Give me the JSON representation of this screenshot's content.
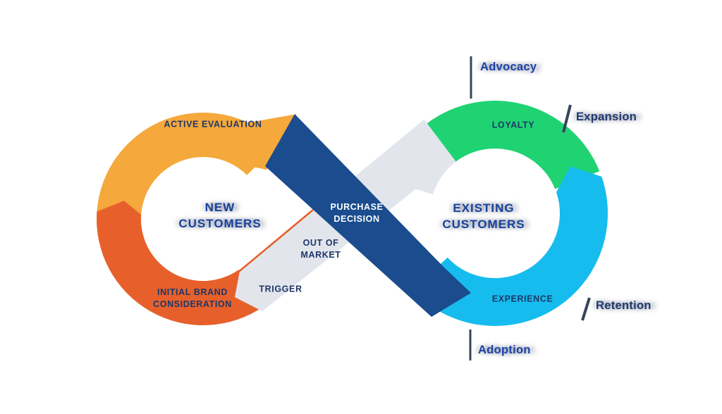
{
  "colors": {
    "yellow": "#F5A83B",
    "orange": "#E7602B",
    "navy_band": "#1A4C8E",
    "green": "#1FD373",
    "cyan": "#16BCEE",
    "gray_band": "#E2E6EC",
    "label_navy": "#1D3768",
    "title_blue": "#17419A",
    "white_text": "#FFFFFF",
    "tick": "#38445A",
    "thin_exit_line": "#E7602B",
    "background": "#FFFFFF"
  },
  "diagram": {
    "left_loop": {
      "title": [
        "NEW",
        "CUSTOMERS"
      ],
      "stages": {
        "active_evaluation": "ACTIVE EVALUATION",
        "initial_brand": [
          "INITIAL BRAND",
          "CONSIDERATION"
        ],
        "trigger": "TRIGGER"
      }
    },
    "right_loop": {
      "title": [
        "EXISTING",
        "CUSTOMERS"
      ],
      "stages": {
        "loyalty": "LOYALTY",
        "experience": "EXPERIENCE"
      }
    },
    "crossing": {
      "purchase_decision": [
        "PURCHASE",
        "DECISION"
      ],
      "out_of_market": [
        "OUT OF",
        "MARKET"
      ]
    },
    "annotations": [
      {
        "label": "Advocacy",
        "color": "#1D43A6"
      },
      {
        "label": "Expansion",
        "color": "#20396E"
      },
      {
        "label": "Retention",
        "color": "#20396E"
      },
      {
        "label": "Adoption",
        "color": "#1D43A6"
      }
    ]
  }
}
